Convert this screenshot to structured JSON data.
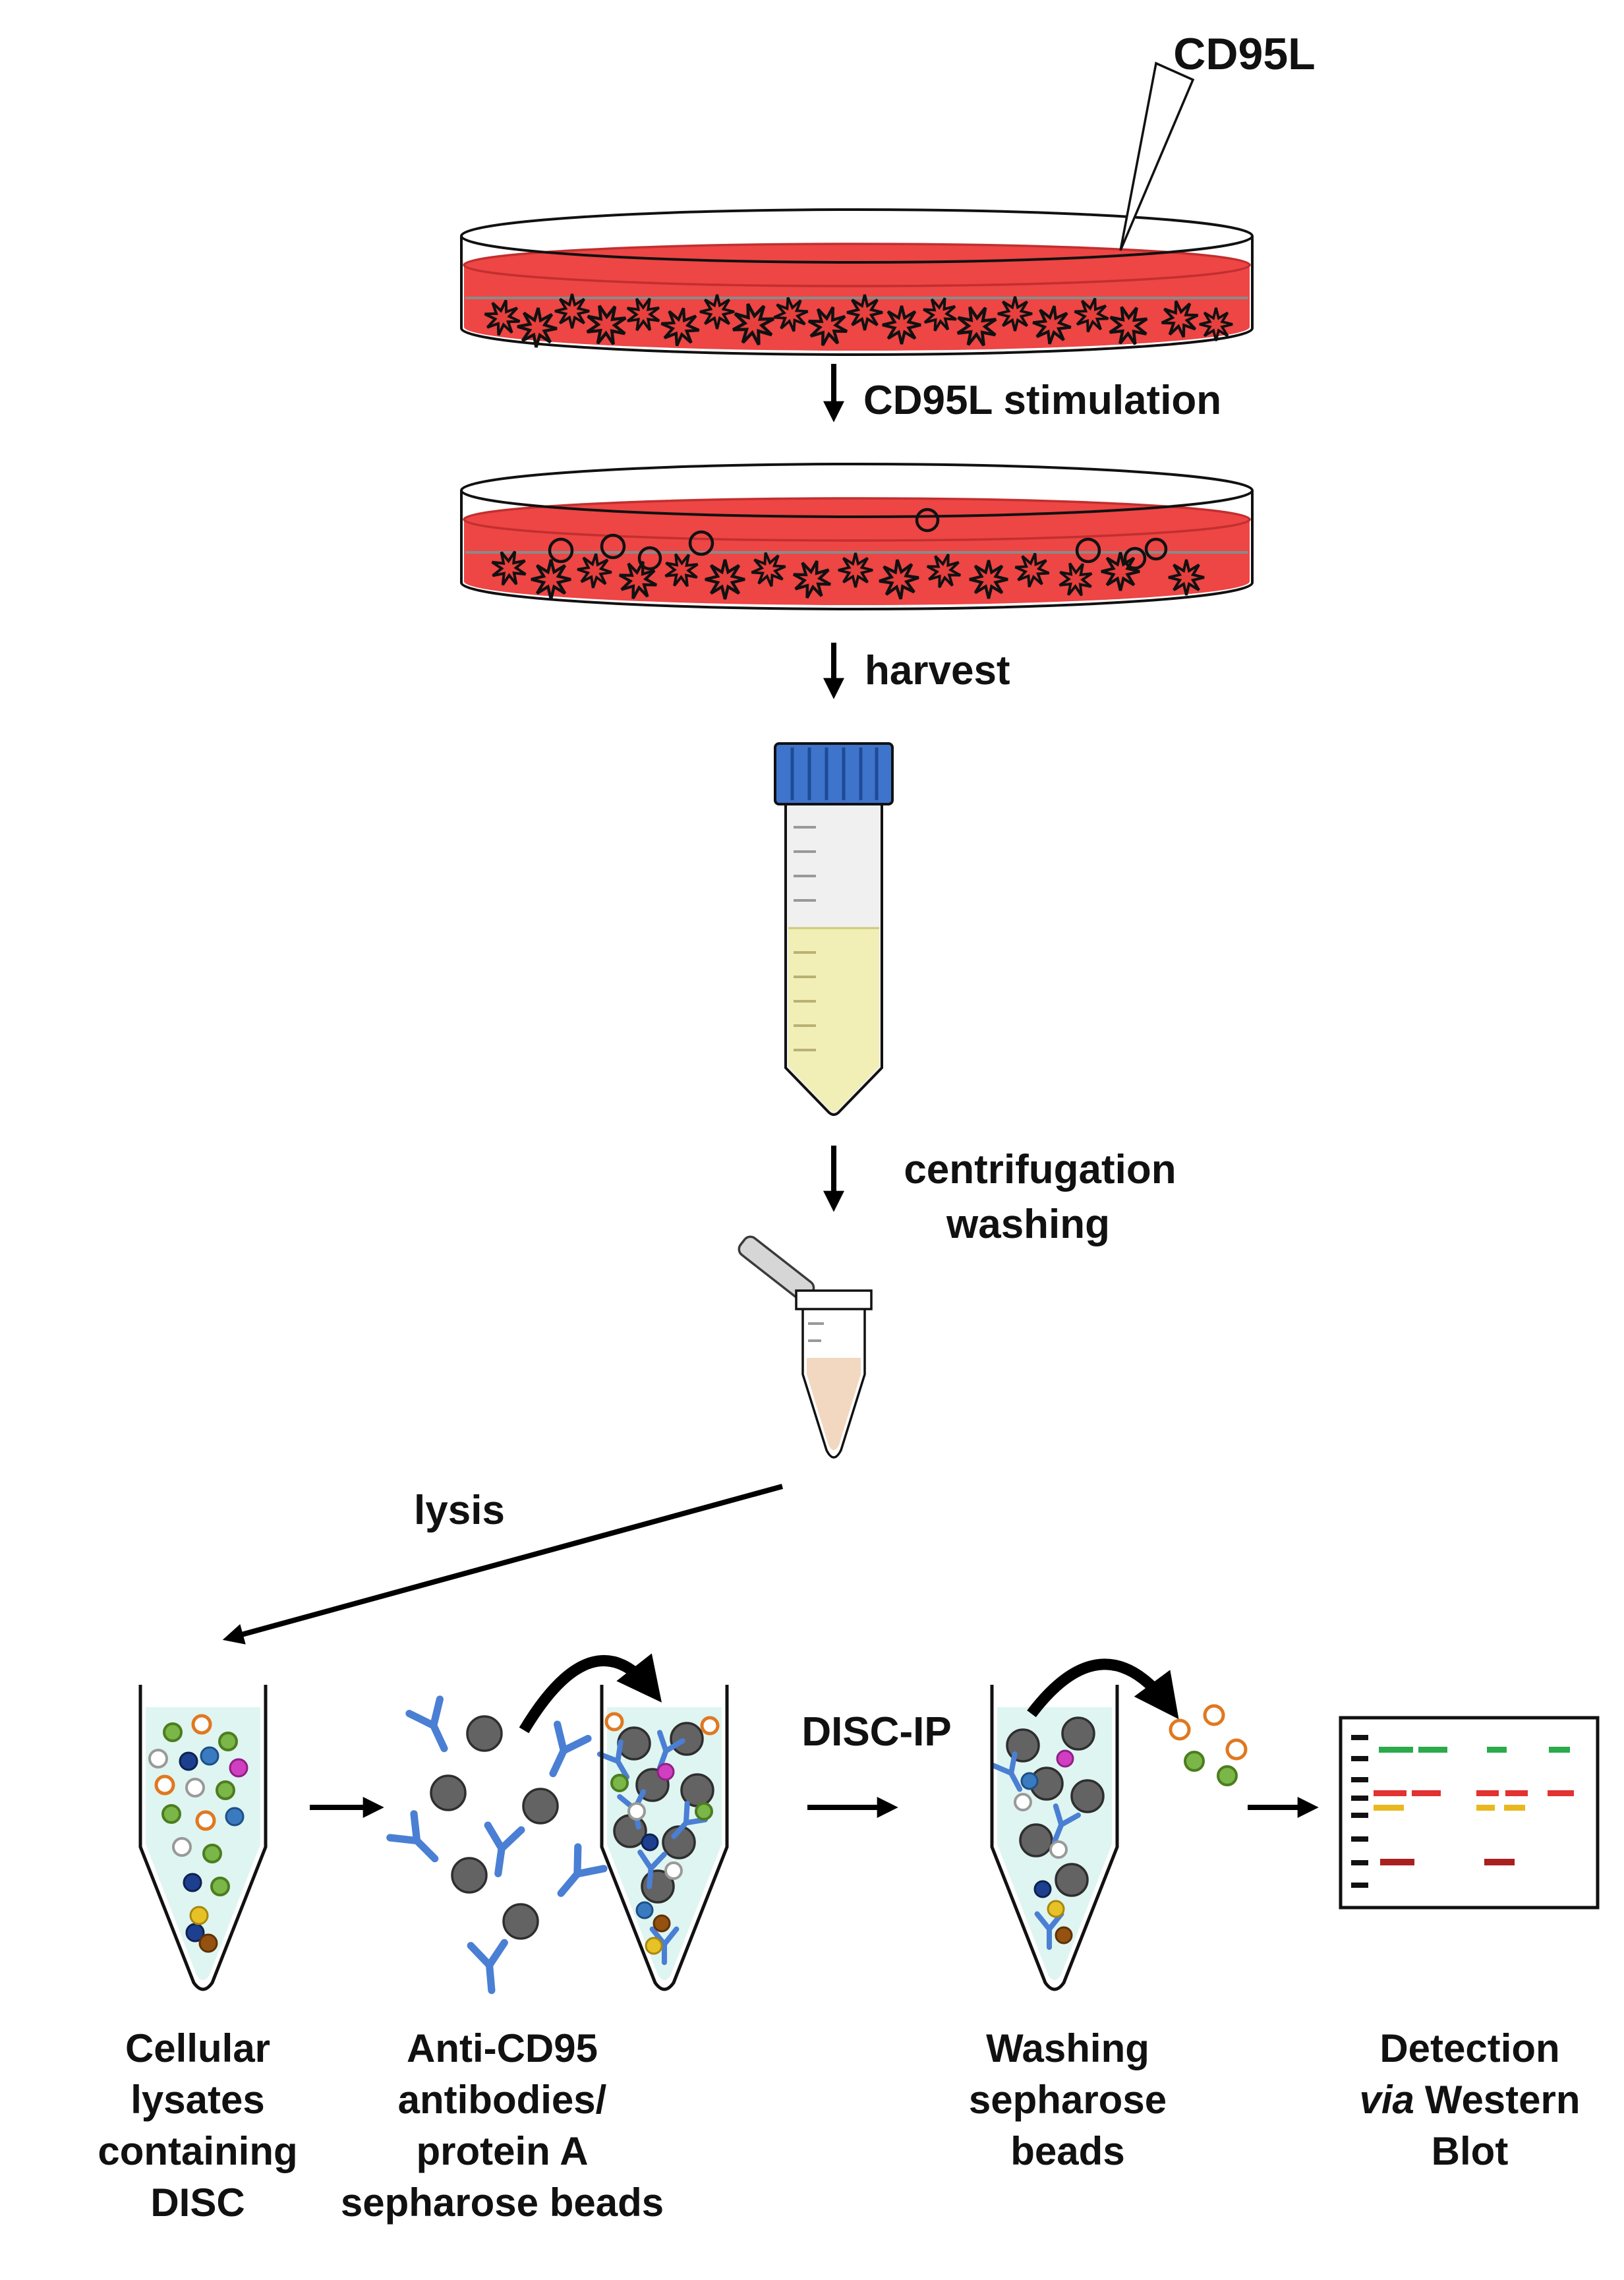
{
  "labels": {
    "cd95l": "CD95L",
    "stimulation": "CD95L stimulation",
    "harvest": "harvest",
    "centrifugation_line1": "centrifugation",
    "centrifugation_line2": "washing",
    "lysis": "lysis",
    "disc_ip": "DISC-IP"
  },
  "captions": {
    "lysates": {
      "line1": "Cellular",
      "line2": "lysates",
      "line3": "containing",
      "line4": "DISC"
    },
    "antibodies": {
      "line1": "Anti-CD95",
      "line2": "antibodies/",
      "line3": "protein A",
      "line4": "sepharose beads"
    },
    "washing": {
      "line1": "Washing",
      "line2": "sepharose",
      "line3": "beads"
    },
    "detection": {
      "line1": "Detection",
      "line2_italic": "via",
      "line2_rest": "Western",
      "line3": "Blot"
    }
  },
  "colors": {
    "medium_red": "#ee4545",
    "medium_surface_edge": "#c22f2f",
    "cell_red": "#e8403e",
    "cap_blue": "#3f74cc",
    "falcon_liquid": "#f1efb6",
    "eppendorf_pellet": "#f2d8c0",
    "lysate_cyan": "#dff5f1",
    "antibody_blue": "#4a7fd4",
    "bead_gray": "#636363",
    "band_green": "#2aaa4a",
    "band_red": "#e23232",
    "band_yellow": "#e9b81f",
    "band_darkred": "#aa1f1f"
  }
}
